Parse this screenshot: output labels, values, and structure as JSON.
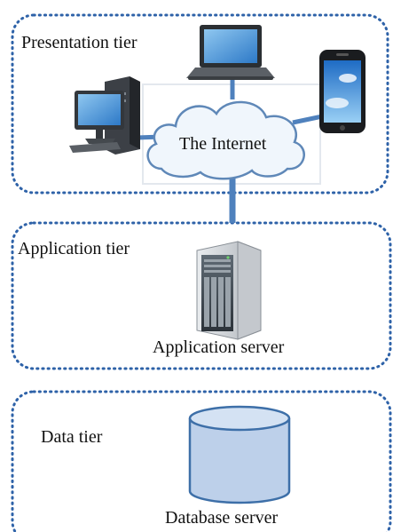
{
  "tiers": {
    "presentation": {
      "label": "Presentation tier"
    },
    "application": {
      "label": "Application tier"
    },
    "data": {
      "label": "Data tier"
    }
  },
  "nodes": {
    "internet": {
      "label": "The Internet"
    },
    "application_server": {
      "label": "Application server"
    },
    "database_server": {
      "label": "Database server"
    }
  },
  "colors": {
    "tier_border": "#2e62a8",
    "connector": "#4f81bd",
    "cylinder_fill": "#bdd0ea",
    "cylinder_stroke": "#3d6fa8",
    "cloud_fill": "#f0f6fc",
    "cloud_stroke": "#5f88b8"
  },
  "icons": [
    "laptop-icon",
    "desktop-computer-icon",
    "smartphone-icon",
    "cloud-icon",
    "server-tower-icon",
    "database-cylinder-icon"
  ]
}
